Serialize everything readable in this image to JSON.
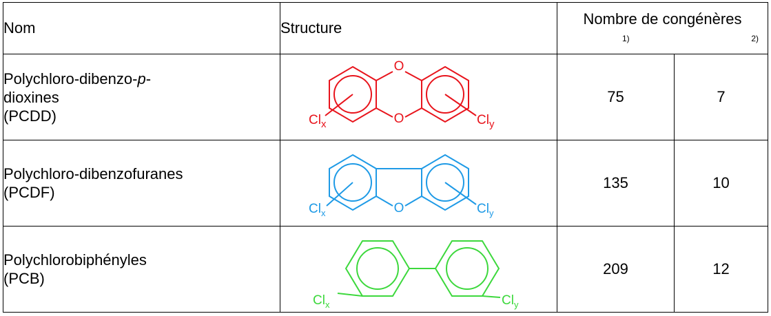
{
  "header": {
    "name": "Nom",
    "structure": "Structure",
    "congeners": "Nombre de congénères",
    "footnote1": "1)",
    "footnote2": "2)"
  },
  "rows": [
    {
      "name_line1_prefix": "Polychloro-dibenzo-",
      "name_line1_italic": "p",
      "name_line1_suffix": "-",
      "name_line2": "dioxines",
      "name_line3": "(PCDD)",
      "count1": "75",
      "count2": "7",
      "color": "#e8141c",
      "structure": {
        "bridge_atom_top": "O",
        "bridge_atom_bottom": "O",
        "left_sub": "Cl",
        "left_sub_index": "x",
        "right_sub": "Cl",
        "right_sub_index": "y"
      }
    },
    {
      "name_line1": "Polychloro-dibenzofuranes",
      "name_line2": "(PCDF)",
      "count1": "135",
      "count2": "10",
      "color": "#1e9ae6",
      "structure": {
        "bridge_atom": "O",
        "left_sub": "Cl",
        "left_sub_index": "x",
        "right_sub": "Cl",
        "right_sub_index": "y"
      }
    },
    {
      "name_line1": "Polychlorobiphényles",
      "name_line2": "(PCB)",
      "count1": "209",
      "count2": "12",
      "color": "#3cd83c",
      "structure": {
        "left_sub": "Cl",
        "left_sub_index": "x",
        "right_sub": "Cl",
        "right_sub_index": "y"
      }
    }
  ]
}
